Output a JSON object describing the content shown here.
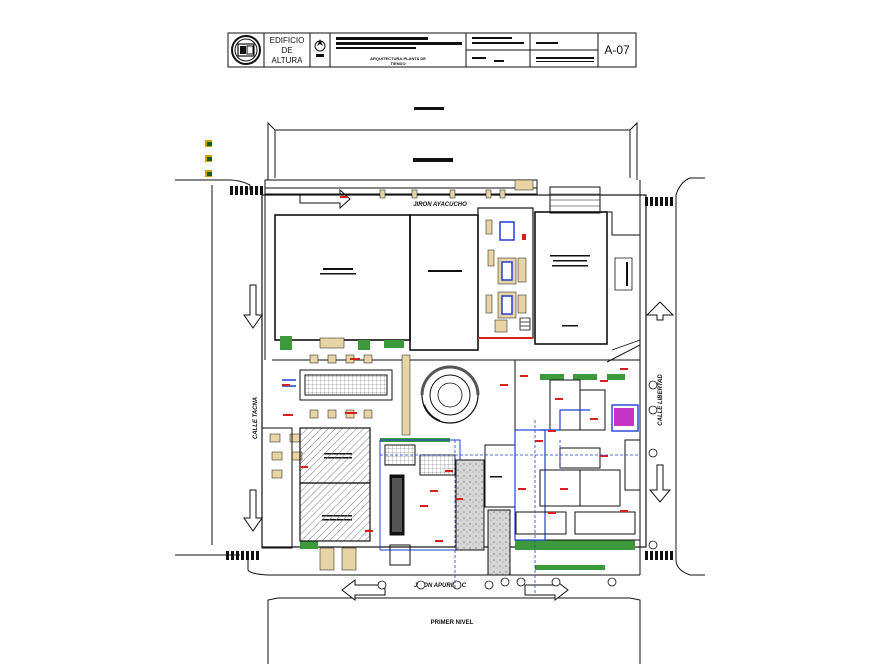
{
  "title_block": {
    "project_line1": "EDIFICIO",
    "project_line2": "DE",
    "project_line3": "ALTURA",
    "drawing_title_1": "ARQUITECTURA-PLANTA DE",
    "drawing_title_2": "TIENDO",
    "sheet_number": "A-07"
  },
  "plan": {
    "street_north": "JIRON AYACUCHO",
    "street_south": "JIRON APURIMAC",
    "street_west": "CALLE TACNA",
    "street_east": "CALLE LIBERTAD",
    "level_label": "PRIMER NIVEL"
  },
  "colors": {
    "line": "#111111",
    "accent_red": "#d91e1e",
    "accent_blue": "#1f3fd6",
    "furniture_tan": "#e8d3a4",
    "planter_green": "#3c9a3c",
    "accent_magenta": "#c534c5",
    "hatch_gray": "#9a9a9a"
  }
}
